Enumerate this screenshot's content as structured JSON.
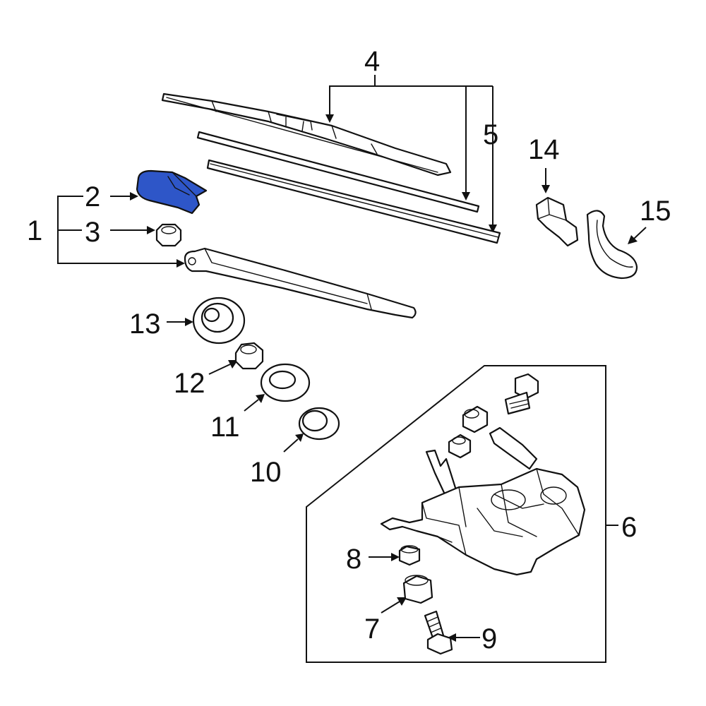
{
  "callouts": {
    "c1": "1",
    "c2": "2",
    "c3": "3",
    "c4": "4",
    "c5": "5",
    "c6": "6",
    "c7": "7",
    "c8": "8",
    "c9": "9",
    "c10": "10",
    "c11": "11",
    "c12": "12",
    "c13": "13",
    "c14": "14",
    "c15": "15"
  },
  "highlight_color": "#2e56c8"
}
